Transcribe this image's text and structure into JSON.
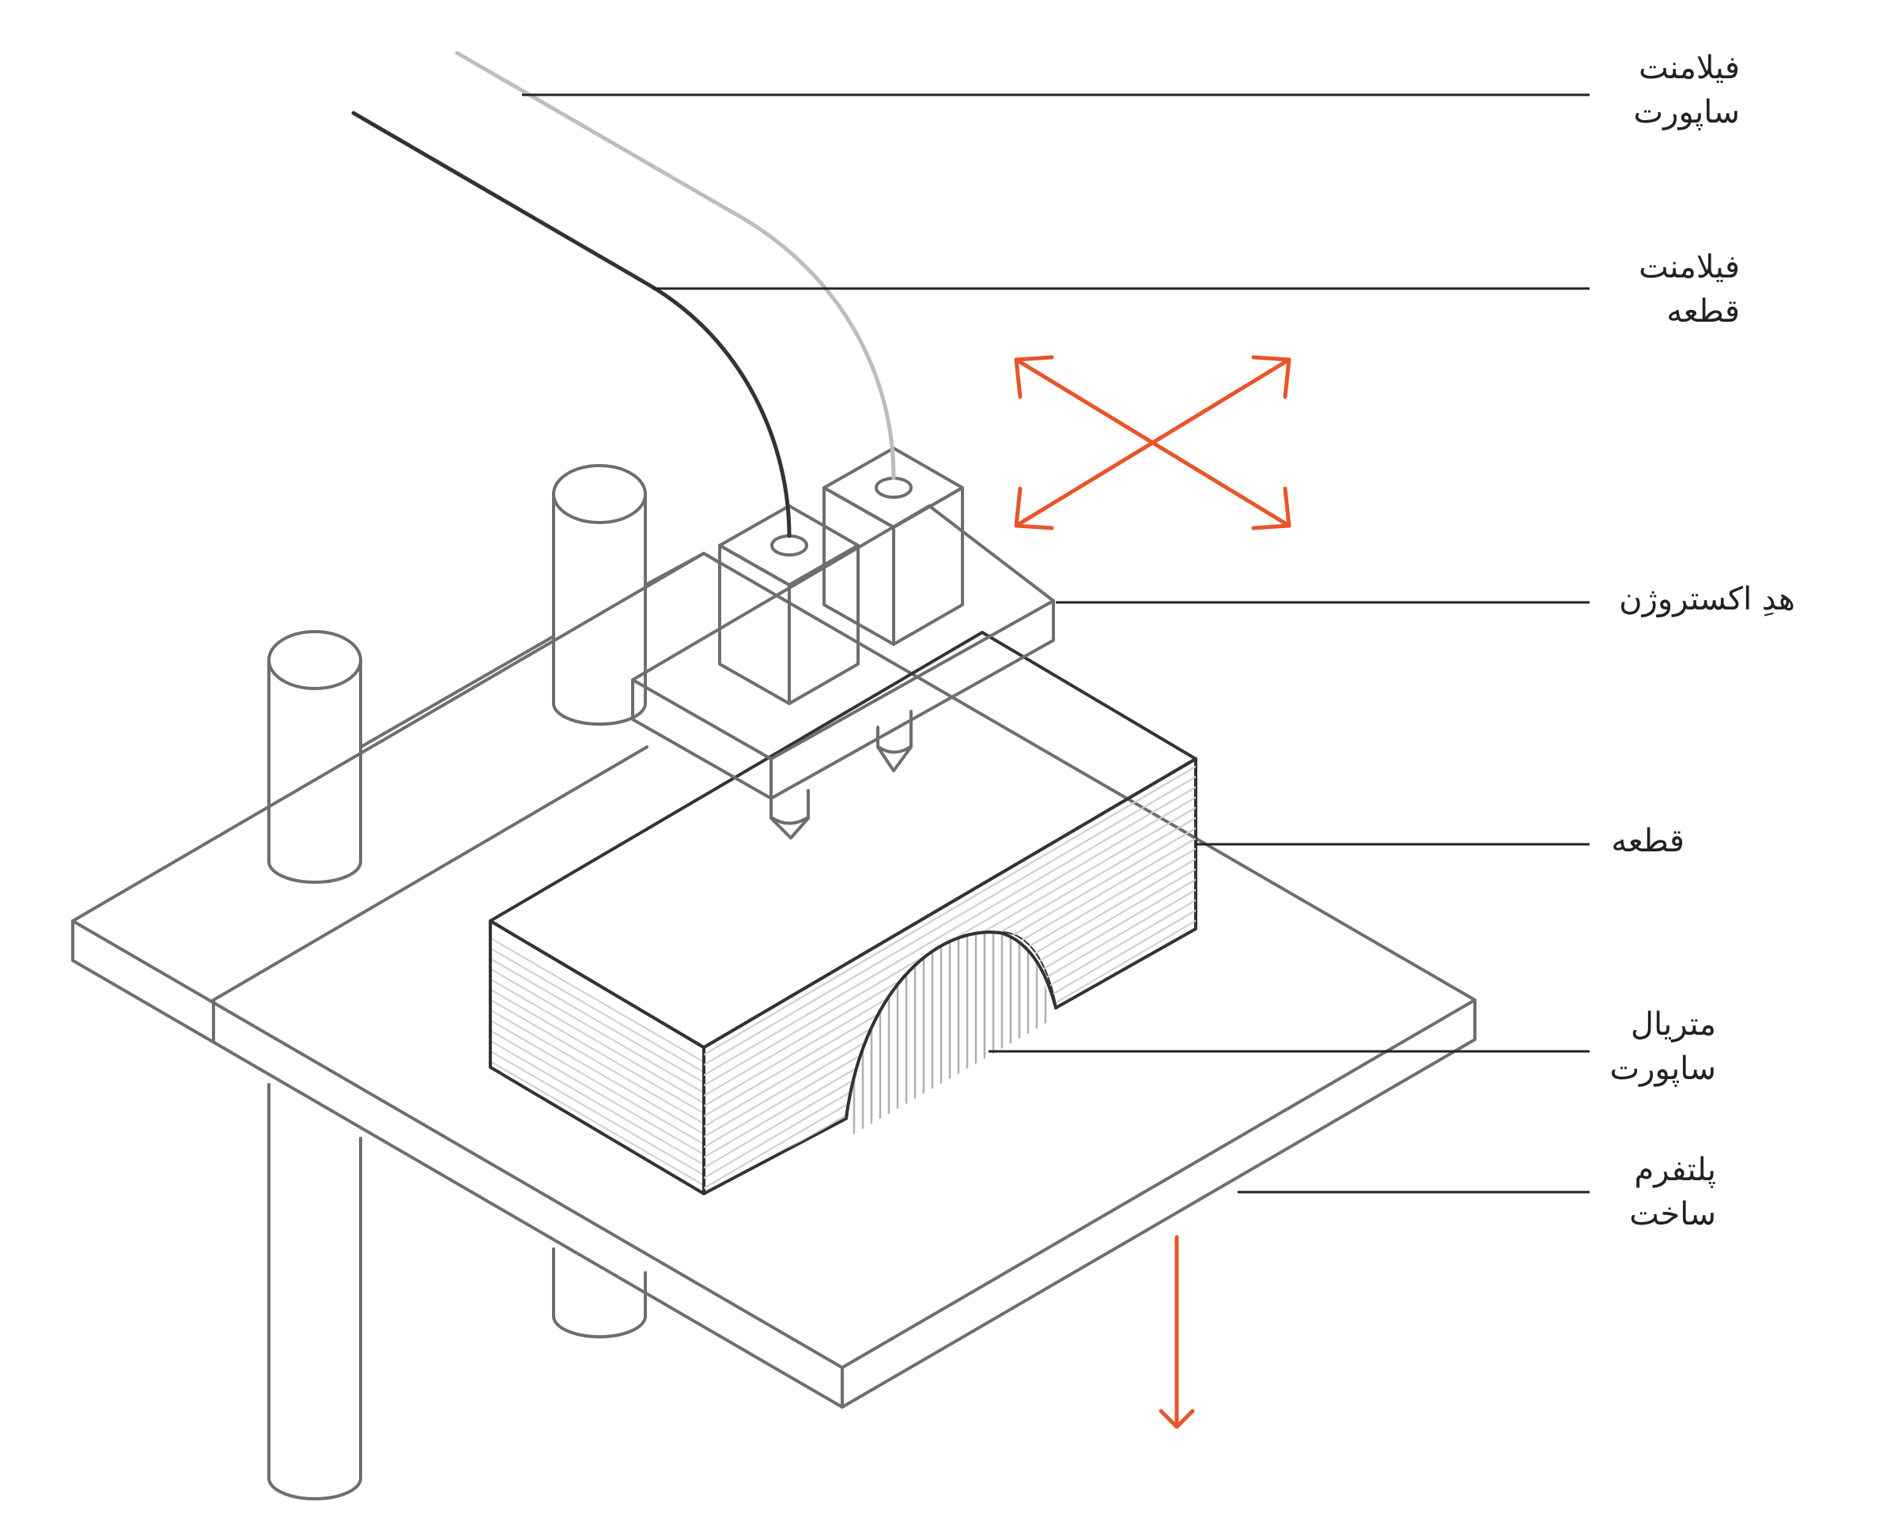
{
  "labels": {
    "support_filament": {
      "line1": "فیلامنت",
      "line2": "ساپورت"
    },
    "part_filament": {
      "line1": "فیلامنت",
      "line2": "قطعه"
    },
    "extrusion_head": {
      "line1": "هدِ اکستروژن"
    },
    "part": {
      "line1": "قطعه"
    },
    "support_material": {
      "line1": "متریال",
      "line2": "ساپورت"
    },
    "build_platform": {
      "line1": "پلتفرم",
      "line2": "ساخت"
    }
  },
  "colors": {
    "outline": "#6e6e6e",
    "dark_outline": "#333333",
    "support_filament": "#bdbdbd",
    "part_filament": "#333333",
    "motion_arrows": "#e8552a",
    "leader_lines": "#222222",
    "text": "#222222"
  }
}
